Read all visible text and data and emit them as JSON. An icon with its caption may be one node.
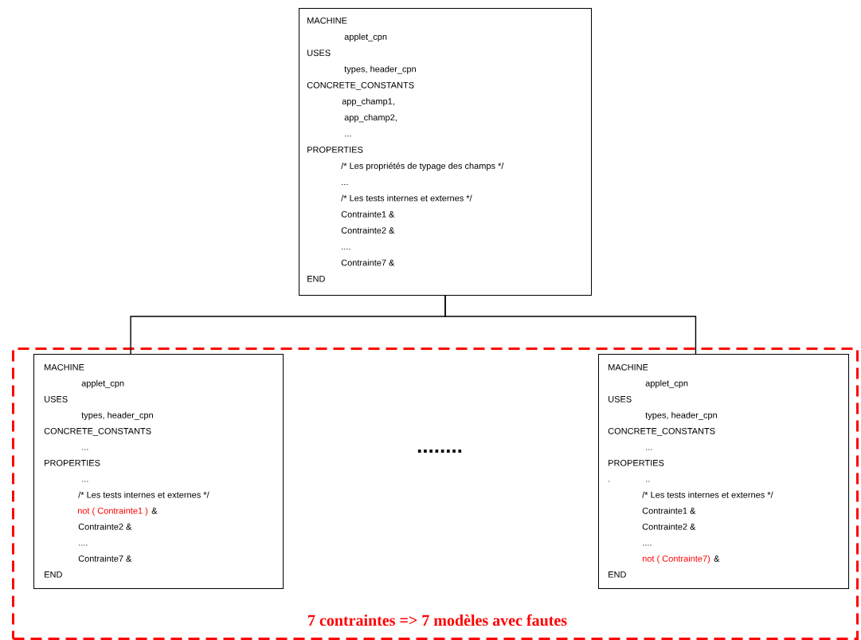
{
  "diagram": {
    "nodes": [
      {
        "text": [
          "MACHINE",
          "applet_cpn",
          "USES",
          "types, header_cpn",
          "CONCRETE_CONSTANTS",
          "app_champ1,",
          "app_champ2,",
          "...",
          "PROPERTIES",
          "/* Les propriétés de typage des champs */",
          "...",
          "/* Les tests internes et externes */",
          "Contrainte1 &",
          "Contrainte2 &",
          "....",
          "Contrainte7 &",
          "END"
        ]
      },
      {
        "text": [
          "7 contraintes => 7 modèles avec fautes"
        ]
      },
      {
        "text": [
          "MACHINE",
          "applet_cpn",
          "USES",
          "types, header_cpn",
          "CONCRETE_CONSTANTS",
          "...",
          "PROPERTIES",
          "...",
          "/* Les tests internes et externes */",
          "not ( Contrainte1 )",
          "&",
          "Contrainte2 &",
          "....",
          "Contrainte7 &",
          "END"
        ],
        "in": 1
      },
      {
        "text": [
          "MACHINE",
          "applet_cpn",
          "USES",
          "types, header_cpn",
          "CONCRETE_CONSTANTS",
          "...",
          "PROPERTIES",
          ".",
          "..",
          "/* Les tests internes et externes */",
          "Contrainte1 &",
          "Contrainte2 &",
          "....",
          "not ( Contrainte7)",
          "&",
          "END"
        ],
        "in": 1
      }
    ],
    "edges": [
      {
        "from": 0,
        "to": 2,
        "arrow": "none"
      },
      {
        "from": 0,
        "to": 3,
        "arrow": "none"
      }
    ],
    "labels": [
      "........"
    ]
  }
}
